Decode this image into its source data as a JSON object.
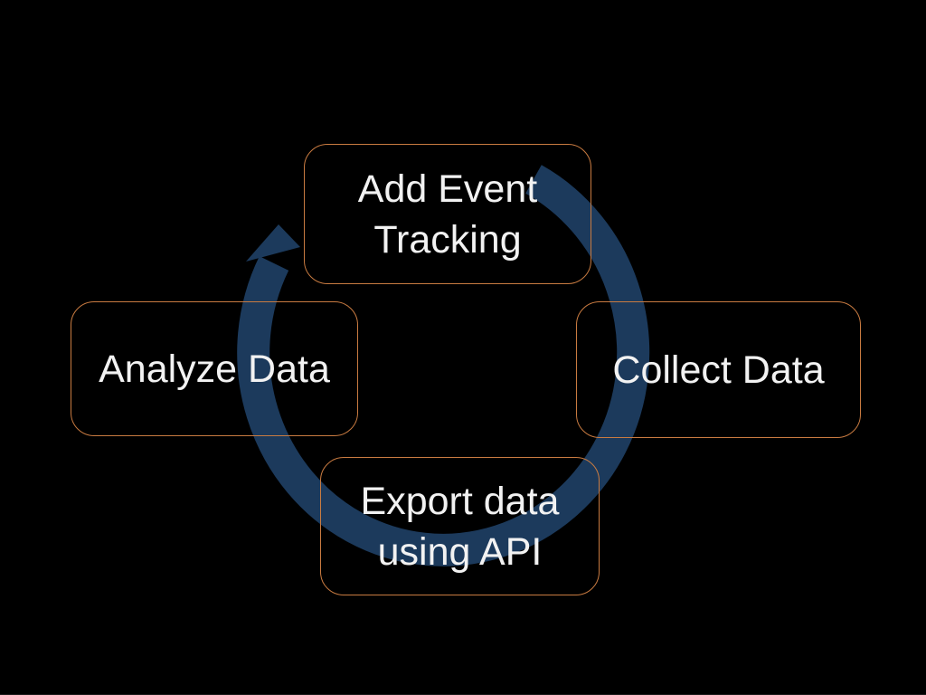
{
  "colors": {
    "background": "#000000",
    "arrow_color": "#1c3a5c",
    "node_border_color": "#c97b41",
    "text_color": "#f2f2f2",
    "bottom_edge_color": "#1c1c1c"
  },
  "diagram": {
    "type": "cycle",
    "direction": "clockwise",
    "arrow_icon": "circular-arrow",
    "nodes": {
      "add_event_tracking": {
        "text": "Add Event\nTracking"
      },
      "collect_data": {
        "text": "Collect Data"
      },
      "export_data_using_api": {
        "text": "Export data\nusing API"
      },
      "analyze_data": {
        "text": "Analyze Data"
      }
    }
  }
}
